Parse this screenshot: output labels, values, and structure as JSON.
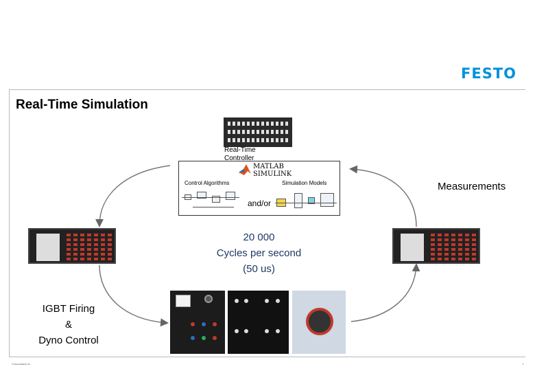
{
  "brand": {
    "logo": "FESTO",
    "color": "#0091dc"
  },
  "slide": {
    "title": "Real-Time Simulation",
    "controller_label_1": "Real-Time",
    "controller_label_2": "Controller",
    "software": {
      "product_1": "MATLAB",
      "product_2": "SIMULINK",
      "control_label": "Control Algorithms",
      "simulation_label": "Simulation Models",
      "connector": "and/or"
    },
    "measurements": "Measurements",
    "cycles": {
      "line1": "20 000",
      "line2": "Cycles per second",
      "line3": "(50 us)"
    },
    "igbt": {
      "line1": "IGBT Firing",
      "line2": "&",
      "line3": "Dyno Control"
    },
    "footer": "© Festo Didactic Inc.",
    "page_number": "1"
  },
  "colors": {
    "cycles_text": "#1f3864",
    "arrow": "#777777",
    "frame": "#b8b8b8"
  }
}
